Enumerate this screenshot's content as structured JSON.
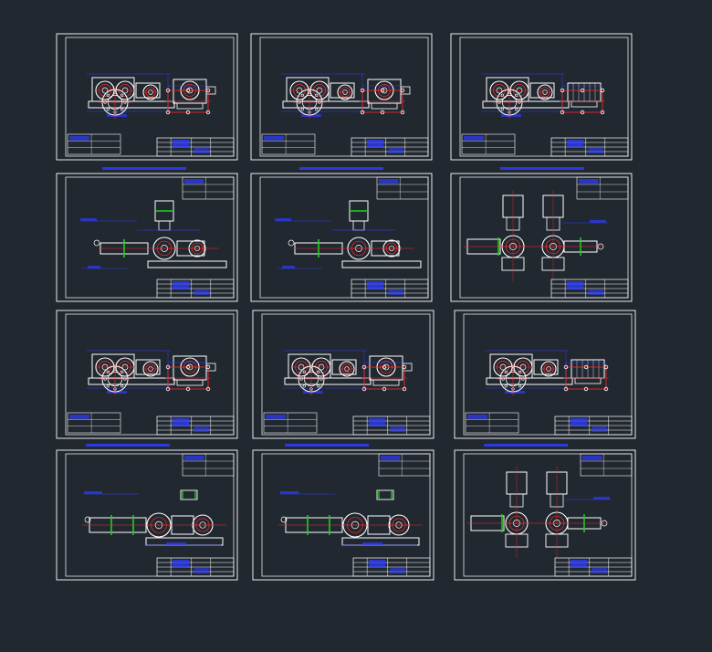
{
  "app": {
    "view": "CAD model space",
    "background": "#212830"
  },
  "colors": {
    "frame": "#ffffff",
    "dimension": "#2f3cff",
    "centerline": "#ff2a2a",
    "highlight": "#20d020",
    "title_block": "#ffffff"
  },
  "sheets": [
    {
      "id": "r1c1",
      "view": "side-elevation-with-flange-and-base-plan"
    },
    {
      "id": "r1c2",
      "view": "side-elevation-with-flange-and-base-plan"
    },
    {
      "id": "r1c3",
      "view": "motor-assembly-elevation-with-flange-and-base-plan"
    },
    {
      "id": "r2c1",
      "view": "vertical-motor-pump-assembly"
    },
    {
      "id": "r2c2",
      "view": "vertical-motor-pump-assembly"
    },
    {
      "id": "r2c3",
      "view": "twin-vertical-motor-assembly"
    },
    {
      "id": "r3c1",
      "view": "side-elevation-with-flange-and-base-plan"
    },
    {
      "id": "r3c2",
      "view": "side-elevation-with-flange-and-base-plan"
    },
    {
      "id": "r3c3",
      "view": "motor-assembly-elevation-with-flange-and-base-plan"
    },
    {
      "id": "r4c1",
      "view": "horizontal-pump-assembly"
    },
    {
      "id": "r4c2",
      "view": "horizontal-pump-assembly"
    },
    {
      "id": "r4c3",
      "view": "twin-vertical-motor-assembly"
    }
  ]
}
